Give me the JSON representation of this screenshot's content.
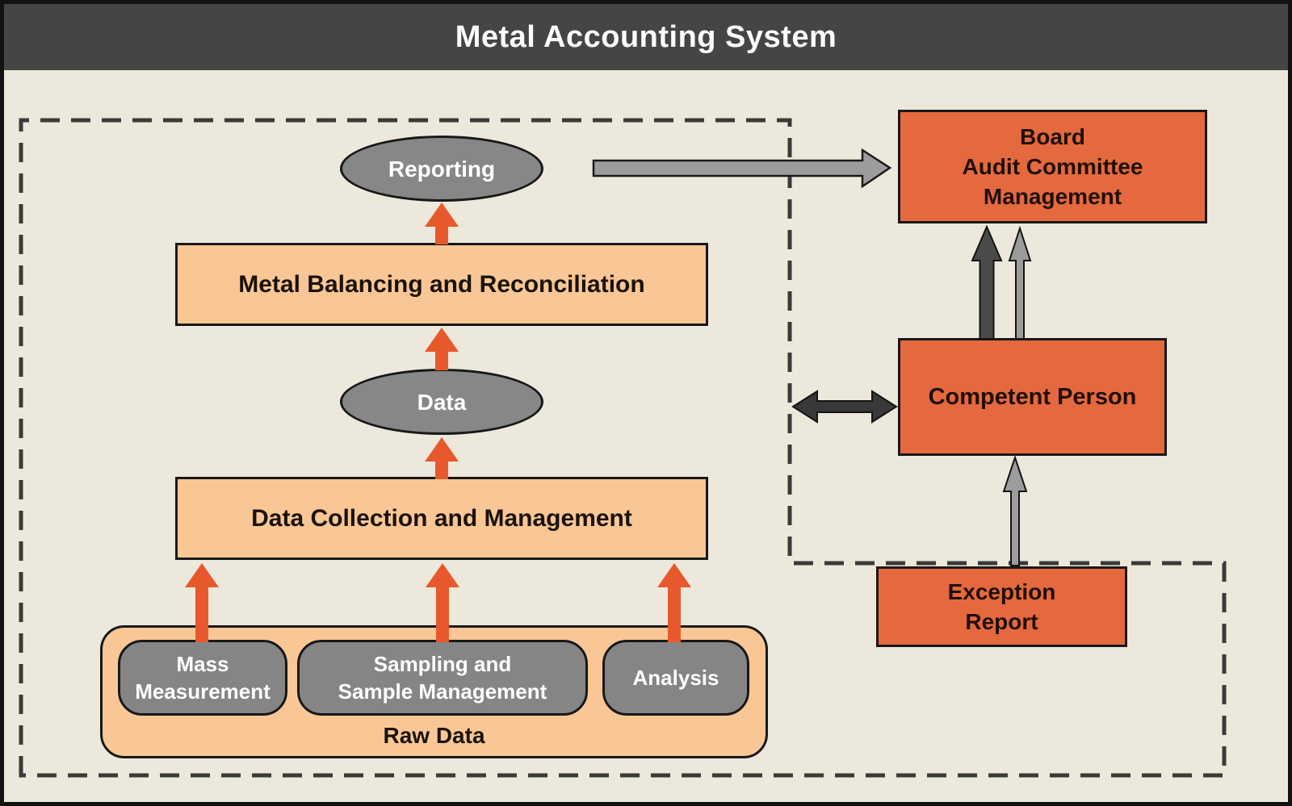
{
  "title": "Metal Accounting System",
  "colors": {
    "title_bar": "#454545",
    "background": "#ECE8DB",
    "frame": "#121212",
    "orange_box": "#E5693E",
    "peach_box": "#F9C795",
    "gray_node": "#878787",
    "orange_arrow": "#E7592C",
    "gray_arrow": "#9C9C9C",
    "dark_gray_arrow": "#4A4A4A",
    "double_arrow": "#383838",
    "dashed_border": "#3A3A3A"
  },
  "flow": {
    "reporting_label": "Reporting",
    "metal_balancing_label": "Metal Balancing and Reconciliation",
    "data_label": "Data",
    "data_collection_label": "Data Collection and Management",
    "raw_data": {
      "label": "Raw Data",
      "mass_pill_lines": [
        "Mass",
        "Measurement"
      ],
      "sampling_pill_lines": [
        "Sampling and",
        "Sample Management"
      ],
      "analysis_pill_label": "Analysis"
    }
  },
  "governance": {
    "board_lines": [
      "Board",
      "Audit Committee",
      "Management"
    ],
    "competent_person_label": "Competent Person",
    "exception_report_lines": [
      "Exception",
      "Report"
    ]
  },
  "icons": {
    "flow_arrows": "orange-up-arrow",
    "reporting_to_board": "gray-right-arrow",
    "competent_to_board": [
      "dark-up-arrow",
      "light-up-arrow"
    ],
    "exception_to_competent": "gray-up-arrow",
    "competent_interaction": "double-headed-arrow"
  }
}
